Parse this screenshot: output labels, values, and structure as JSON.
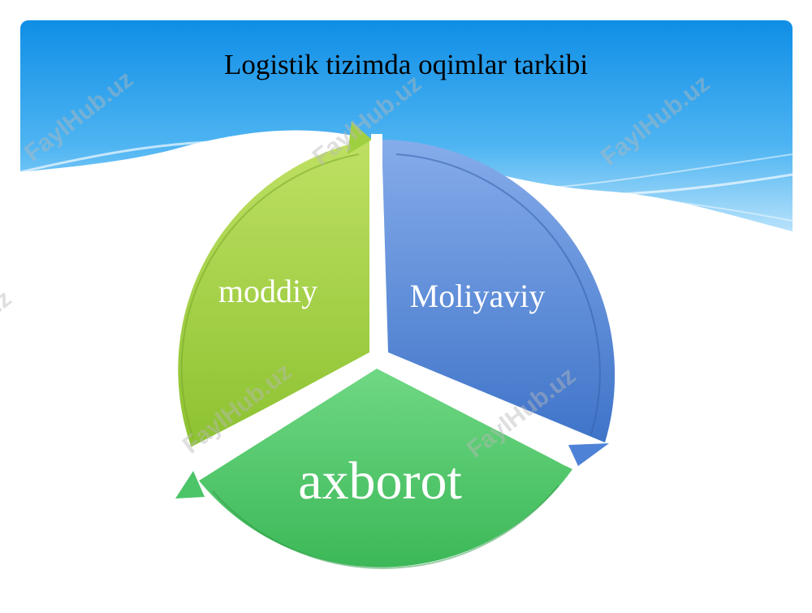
{
  "slide": {
    "title": "Logistik tizimda oqimlar tarkibi"
  },
  "diagram": {
    "type": "cycle",
    "segments": [
      {
        "id": "moddiy",
        "label": "moddiy",
        "color": "#9acc3a"
      },
      {
        "id": "moliyaviy",
        "label": "Moliyaviy",
        "color": "#5f8fdb"
      },
      {
        "id": "axborot",
        "label": "axborot",
        "color": "#4cc468"
      }
    ]
  },
  "watermark": {
    "text": "FaylHub.uz"
  }
}
